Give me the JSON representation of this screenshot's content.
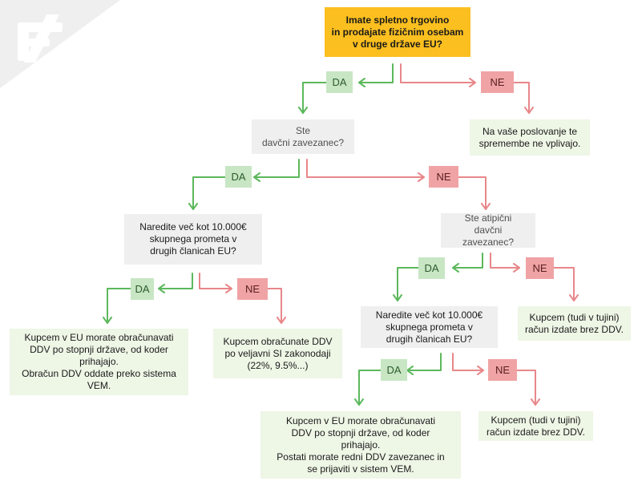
{
  "colors": {
    "start": "#fbbf1f",
    "question": "#efefef",
    "result": "#eef6e6",
    "yes": "#c8e6c4",
    "no": "#f0a3a5",
    "yes_line": "#5cb85c",
    "no_line": "#e8878a"
  },
  "icons": {
    "corner": "brand-logo-icon"
  },
  "nodes": {
    "start": "Imate spletno trgovino\nin prodajate fizičnim osebam\nv druge države EU?",
    "no_effect": "Na vaše poslovanje te\nspremembe ne vplivajo.",
    "tax_payer": "Ste\ndavčni zavezanec?",
    "sales_left": "Naredite več kot 10.000€\nskupnega prometa v\ndrugih članicah EU?",
    "atypical": "Ste atipični\ndavčni zavezanec?",
    "res_left_yes": "Kupcem v EU morate obračunavati\nDDV po stopnji države, od koder\nprihajajo.\nObračun DDV oddate preko sistema\nVEM.",
    "res_left_no": "Kupcem obračunate DDV\npo veljavni SI zakonodaji\n(22%, 9.5%...)",
    "sales_right": "Naredite več kot 10.000€\nskupnega prometa v\ndrugih članicah EU?",
    "res_atyp_no": "Kupcem (tudi v tujini)\nračun izdate brez DDV.",
    "res_right_yes": "Kupcem v EU morate obračunavati\nDDV po stopnji države, od koder\nprihajajo.\nPostati morate redni DDV zavezanec in\nse prijaviti v sistem VEM.",
    "res_right_no": "Kupcem (tudi v tujini)\nračun izdate brez DDV."
  },
  "labels": {
    "yes": "DA",
    "no": "NE"
  }
}
